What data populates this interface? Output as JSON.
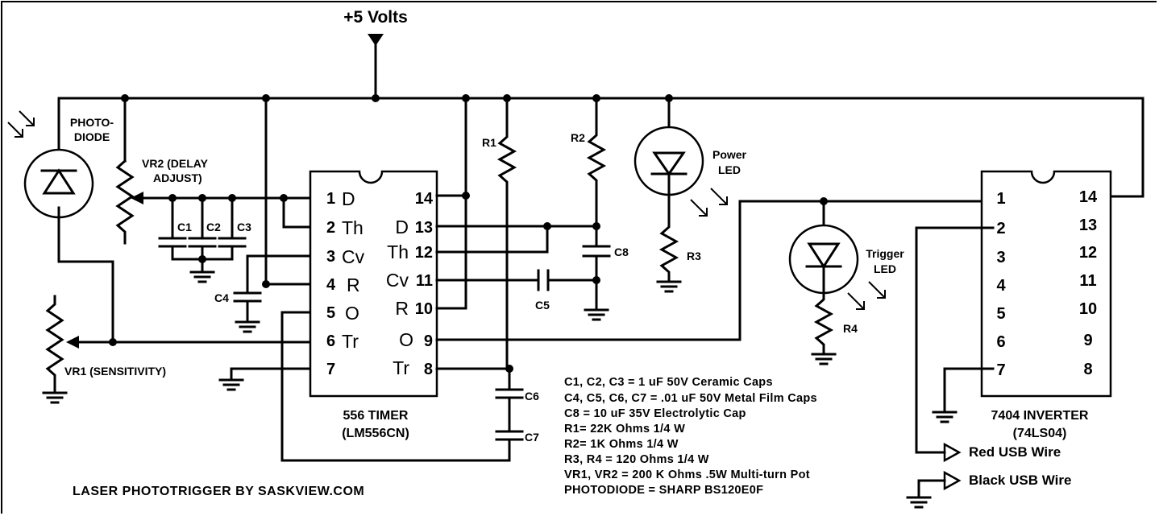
{
  "title": "LASER PHOTOTRIGGER BY SASKVIEW.COM",
  "supply": "+5 Volts",
  "timer": {
    "name": "556 TIMER",
    "part": "(LM556CN)",
    "left_pins": [
      "1",
      "2",
      "3",
      "4",
      "5",
      "6",
      "7"
    ],
    "left_funcs": [
      "D",
      "Th",
      "Cv",
      "R",
      "O",
      "Tr",
      ""
    ],
    "right_pins": [
      "14",
      "13",
      "12",
      "11",
      "10",
      "9",
      "8"
    ],
    "right_funcs": [
      "",
      "D",
      "Th",
      "Cv",
      "R",
      "O",
      "Tr"
    ]
  },
  "inverter": {
    "name": "7404 INVERTER",
    "part": "(74LS04)",
    "left_pins": [
      "1",
      "2",
      "3",
      "4",
      "5",
      "6",
      "7"
    ],
    "right_pins": [
      "14",
      "13",
      "12",
      "11",
      "10",
      "9",
      "8"
    ]
  },
  "labels": {
    "photodiode_1": "PHOTO-",
    "photodiode_2": "DIODE",
    "vr2_1": "VR2 (DELAY",
    "vr2_2": "ADJUST)",
    "vr1": "VR1 (SENSITIVITY)",
    "c1": "C1",
    "c2": "C2",
    "c3": "C3",
    "c4": "C4",
    "c5": "C5",
    "c6": "C6",
    "c7": "C7",
    "c8": "C8",
    "r1": "R1",
    "r2": "R2",
    "r3": "R3",
    "r4": "R4",
    "power_led_1": "Power",
    "power_led_2": "LED",
    "trigger_led_1": "Trigger",
    "trigger_led_2": "LED",
    "red_usb": "Red USB Wire",
    "black_usb": "Black USB Wire"
  },
  "notes": [
    "C1, C2, C3 = 1 uF 50V Ceramic Caps",
    "C4, C5, C6, C7 = .01 uF 50V Metal Film Caps",
    "C8 = 10 uF 35V Electrolytic Cap",
    "R1= 22K Ohms 1/4 W",
    "R2= 1K Ohms 1/4 W",
    "R3, R4 = 120 Ohms 1/4 W",
    "VR1, VR2 = 200 K Ohms .5W Multi-turn Pot",
    "PHOTODIODE = SHARP BS120E0F"
  ]
}
